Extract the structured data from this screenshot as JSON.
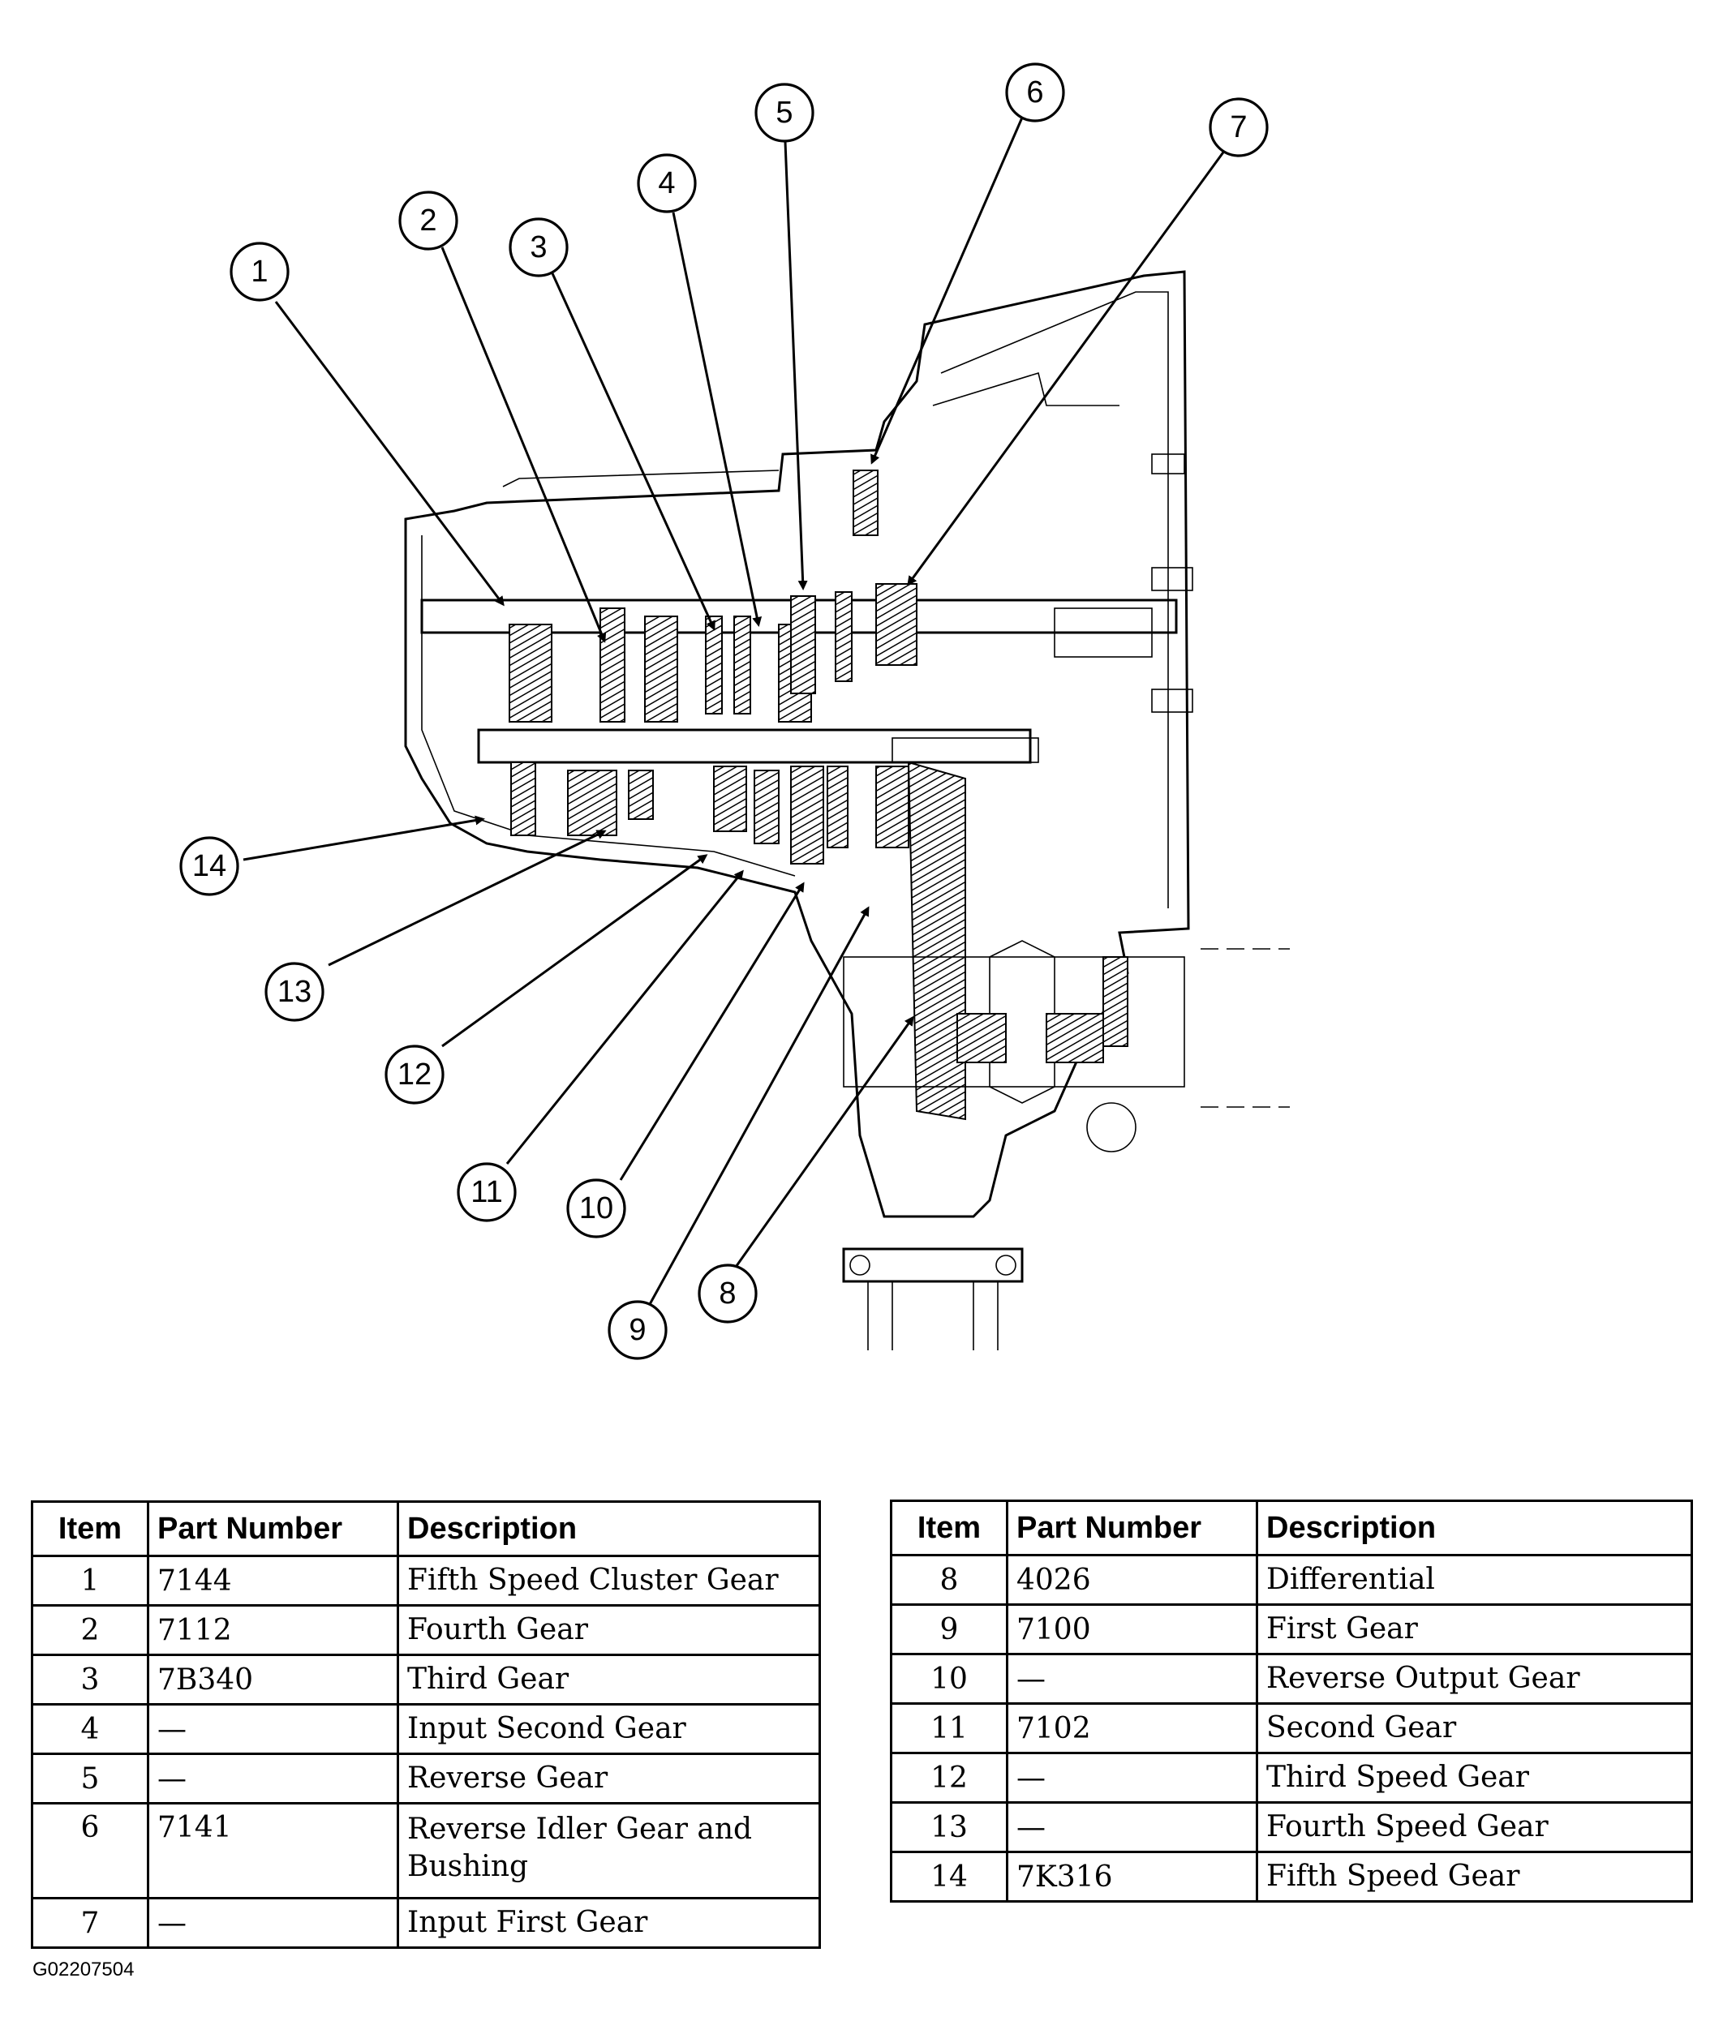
{
  "callouts": [
    "1",
    "2",
    "3",
    "4",
    "5",
    "6",
    "7",
    "8",
    "9",
    "10",
    "11",
    "12",
    "13",
    "14"
  ],
  "table_left": {
    "headers": {
      "item": "Item",
      "part_number": "Part Number",
      "description": "Description"
    },
    "rows": [
      {
        "item": "1",
        "part_number": "7144",
        "description": "Fifth Speed Cluster Gear"
      },
      {
        "item": "2",
        "part_number": "7112",
        "description": "Fourth Gear"
      },
      {
        "item": "3",
        "part_number": "7B340",
        "description": "Third Gear"
      },
      {
        "item": "4",
        "part_number": "—",
        "description": "Input Second Gear"
      },
      {
        "item": "5",
        "part_number": "—",
        "description": "Reverse Gear"
      },
      {
        "item": "6",
        "part_number": "7141",
        "description": "Reverse Idler Gear and Bushing"
      },
      {
        "item": "7",
        "part_number": "—",
        "description": "Input First Gear"
      }
    ]
  },
  "table_right": {
    "headers": {
      "item": "Item",
      "part_number": "Part Number",
      "description": "Description"
    },
    "rows": [
      {
        "item": "8",
        "part_number": "4026",
        "description": "Differential"
      },
      {
        "item": "9",
        "part_number": "7100",
        "description": "First Gear"
      },
      {
        "item": "10",
        "part_number": "—",
        "description": "Reverse Output Gear"
      },
      {
        "item": "11",
        "part_number": "7102",
        "description": "Second Gear"
      },
      {
        "item": "12",
        "part_number": "—",
        "description": "Third Speed Gear"
      },
      {
        "item": "13",
        "part_number": "—",
        "description": "Fourth Speed Gear"
      },
      {
        "item": "14",
        "part_number": "7K316",
        "description": "Fifth Speed Gear"
      }
    ]
  },
  "figure_id": "G02207504"
}
